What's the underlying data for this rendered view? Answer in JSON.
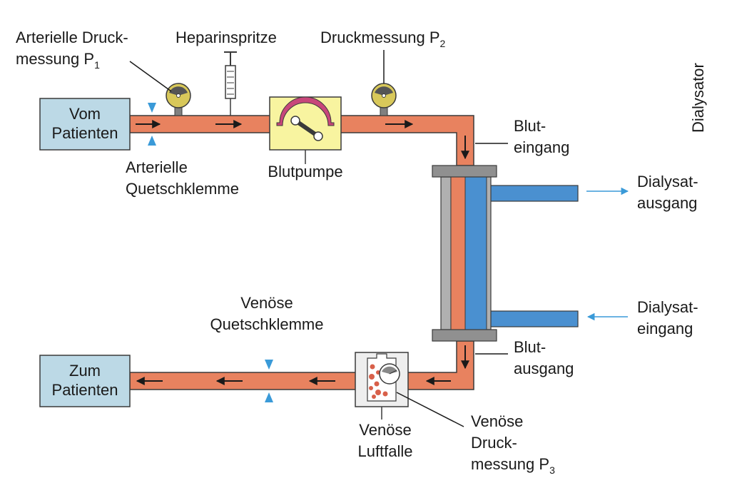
{
  "colors": {
    "blood": "#e8825f",
    "blood_stroke": "#3a3a3a",
    "dialysate": "#4a90d0",
    "patient_box": "#bcd9e6",
    "pump_box": "#f8f4a0",
    "pump_arc": "#c8467a",
    "gauge_face": "#d8c85a",
    "housing": "#b0b0b0",
    "clamp": "#3a9ad8",
    "airtrap_box": "#eeeeee",
    "bubble": "#d8604a"
  },
  "labels": {
    "from_patient": [
      "Vom",
      "Patienten"
    ],
    "to_patient": [
      "Zum",
      "Patienten"
    ],
    "arterial_pressure": {
      "lines": [
        "Arterielle Druck-",
        "messung P"
      ],
      "subscript": "1"
    },
    "heparin_syringe": "Heparinspritze",
    "pressure_p2": {
      "text": "Druckmessung P",
      "subscript": "2"
    },
    "dialyzer": "Dialysator",
    "arterial_clamp": [
      "Arterielle",
      "Quetschklemme"
    ],
    "blood_pump": "Blutpumpe",
    "blood_inlet": [
      "Blut-",
      "eingang"
    ],
    "dialysate_outlet": [
      "Dialysat-",
      "ausgang"
    ],
    "dialysate_inlet": [
      "Dialysat-",
      "eingang"
    ],
    "blood_outlet": [
      "Blut-",
      "ausgang"
    ],
    "venous_clamp": [
      "Venöse",
      "Quetschklemme"
    ],
    "venous_air_trap": [
      "Venöse",
      "Luftfalle"
    ],
    "venous_pressure": {
      "lines": [
        "Venöse",
        "Druck-",
        "messung P"
      ],
      "subscript": "3"
    }
  }
}
